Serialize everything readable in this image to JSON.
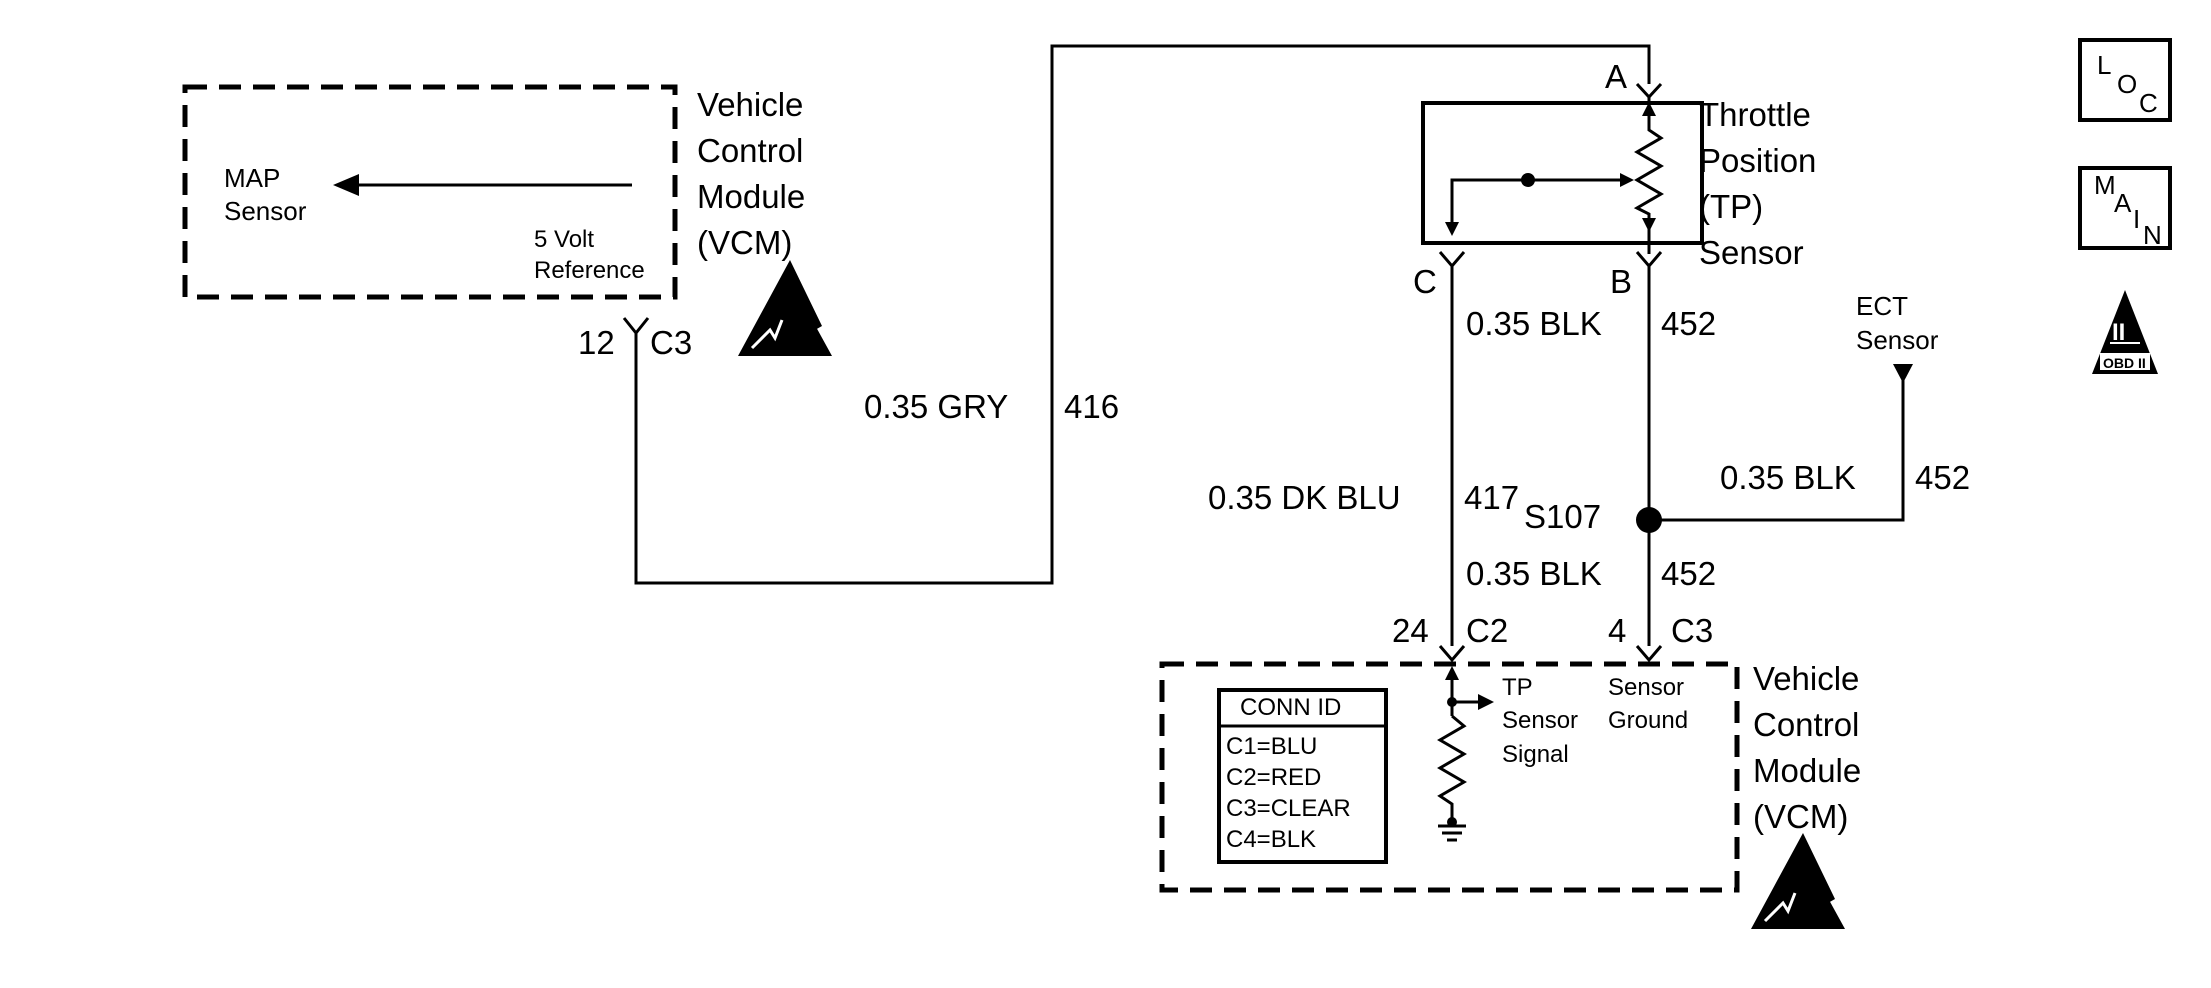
{
  "modules": {
    "vcm_top": {
      "title_line1": "Vehicle",
      "title_line2": "Control",
      "title_line3": "Module",
      "title_line4": "(VCM)",
      "map_line1": "MAP",
      "map_line2": "Sensor",
      "ref_line1": "5 Volt",
      "ref_line2": "Reference",
      "pin": "12",
      "connector": "C3"
    },
    "vcm_bottom": {
      "title_line1": "Vehicle",
      "title_line2": "Control",
      "title_line3": "Module",
      "title_line4": "(VCM)",
      "tp_signal_line1": "TP",
      "tp_signal_line2": "Sensor",
      "tp_signal_line3": "Signal",
      "ground_line1": "Sensor",
      "ground_line2": "Ground",
      "pin_left": "24",
      "conn_left": "C2",
      "pin_right": "4",
      "conn_right": "C3"
    }
  },
  "tp_sensor": {
    "line1": "Throttle",
    "line2": "Position",
    "line3": "(TP)",
    "line4": "Sensor",
    "pin_a": "A",
    "pin_b": "B",
    "pin_c": "C"
  },
  "ect_sensor": {
    "line1": "ECT",
    "line2": "Sensor"
  },
  "wires": {
    "gry": {
      "gauge_color": "0.35 GRY",
      "circuit": "416"
    },
    "dkblu": {
      "gauge_color": "0.35 DK BLU",
      "circuit": "417"
    },
    "blk_upper": {
      "gauge_color": "0.35 BLK",
      "circuit": "452"
    },
    "blk_lower": {
      "gauge_color": "0.35 BLK",
      "circuit": "452"
    },
    "blk_ect": {
      "gauge_color": "0.35 BLK",
      "circuit": "452"
    }
  },
  "splice": {
    "label": "S107"
  },
  "conn_id": {
    "title": "CONN ID",
    "items": [
      "C1=BLU",
      "C2=RED",
      "C3=CLEAR",
      "C4=BLK"
    ]
  },
  "side_icons": {
    "loc": {
      "l": "L",
      "o": "O",
      "c": "C"
    },
    "main": {
      "m": "M",
      "a": "A",
      "i": "I",
      "n": "N"
    },
    "obd": {
      "numeral": "II",
      "label": "OBD II"
    }
  }
}
